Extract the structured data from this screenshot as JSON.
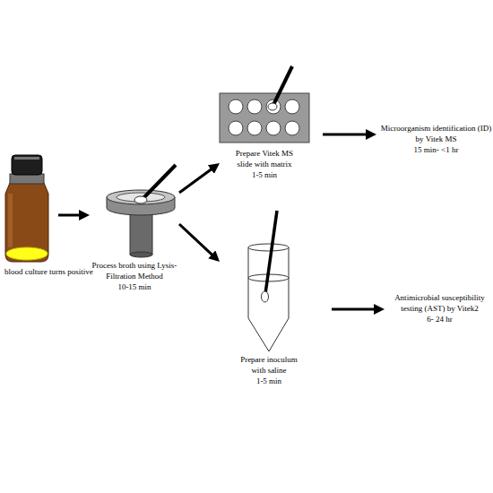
{
  "diagram": {
    "nodes": [
      {
        "text": [
          "blood culture turns positive"
        ]
      },
      {
        "text": [
          "Process broth using Lysis-Filtration Method",
          "10-15 min"
        ]
      },
      {
        "text": [
          "Prepare Vitek MS slide with matrix",
          "1-5 min"
        ]
      },
      {
        "text": [
          "Microorganism identification (ID) by Vitek MS",
          "15 min- <1 hr"
        ]
      },
      {
        "text": [
          "Prepare inoculum with saline",
          "1-5 min"
        ]
      },
      {
        "text": [
          "Antimicrobial susceptibility testing (AST) by Vitek2",
          "6- 24 hr"
        ]
      }
    ],
    "edges": [
      {
        "from": 0,
        "to": 1,
        "arrow": "to"
      },
      {
        "from": 1,
        "to": 2,
        "arrow": "to"
      },
      {
        "from": 1,
        "to": 4,
        "arrow": "to"
      },
      {
        "from": 2,
        "to": 3,
        "arrow": "to"
      },
      {
        "from": 4,
        "to": 5,
        "arrow": "to"
      }
    ]
  }
}
